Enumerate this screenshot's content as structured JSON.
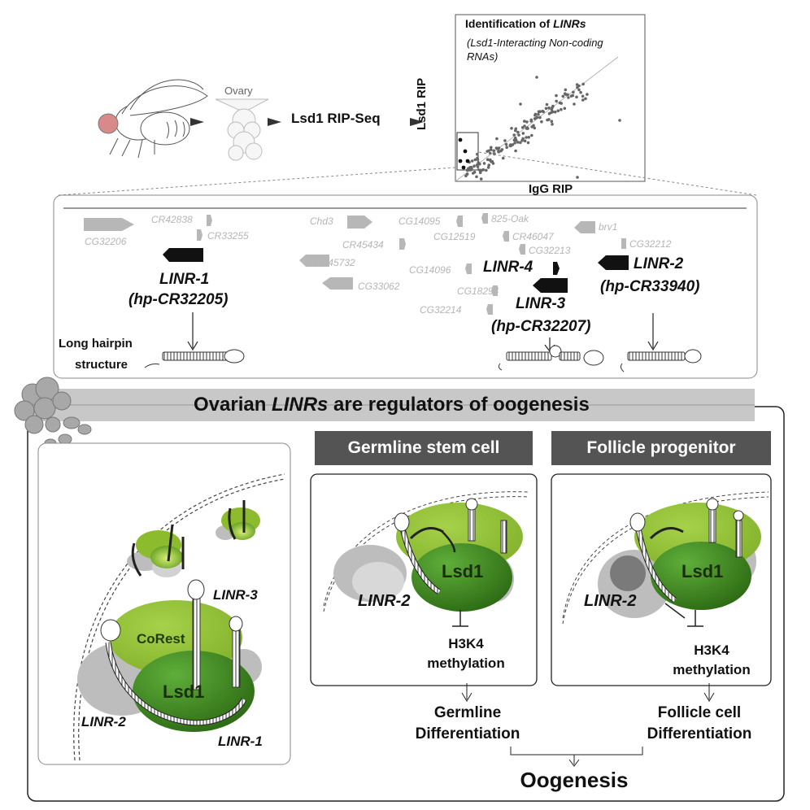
{
  "top": {
    "ovary_label": "Ovary",
    "ripseq_label": "Lsd1 RIP-Seq",
    "scatter": {
      "title_prefix": "Identification of ",
      "title_italic": "LINRs",
      "subtitle_line1": "(Lsd1-Interacting Non-coding",
      "subtitle_line2": "RNAs)",
      "ylabel": "Lsd1 RIP",
      "xlabel": "IgG RIP"
    }
  },
  "genome": {
    "genes": [
      "CR42838",
      "CG32206",
      "CR33255",
      "Chd3",
      "CG14095",
      "825-Oak",
      "brv1",
      "CR45434",
      "CG12519",
      "CR46047",
      "CG32212",
      "CG32213",
      "CR45732",
      "CG14096",
      "CG33062",
      "CG18294",
      "CG32214"
    ],
    "linr1": "LINR-1",
    "linr1_id": "(hp-CR32205)",
    "linr2": "LINR-2",
    "linr2_id": "(hp-CR33940)",
    "linr3": "LINR-3",
    "linr3_id": "(hp-CR32207)",
    "linr4": "LINR-4",
    "hairpin_label_1": "Long hairpin",
    "hairpin_label_2": "structure"
  },
  "banner": {
    "prefix": "Ovarian ",
    "italic": "LINRs",
    "suffix": " are regulators of oogenesis"
  },
  "complex": {
    "corest": "CoRest",
    "lsd1": "Lsd1",
    "linr1": "LINR-1",
    "linr2": "LINR-2",
    "linr3": "LINR-3"
  },
  "germline": {
    "header": "Germline stem cell",
    "lsd1": "Lsd1",
    "linr2": "LINR-2",
    "mark_1": "H3K4",
    "mark_2": "methylation",
    "diff_1": "Germline",
    "diff_2": "Differentiation"
  },
  "follicle": {
    "header": "Follicle progenitor",
    "lsd1": "Lsd1",
    "linr2": "LINR-2",
    "mark_1": "H3K4",
    "mark_2": "methylation",
    "diff_1": "Follicle cell",
    "diff_2": "Differentiation"
  },
  "outcome": "Oogenesis",
  "colors": {
    "lime": "#8dbb2e",
    "dark_green": "#3f7e1f",
    "header_gray": "#545454",
    "banner_gray": "#c8c8c8"
  }
}
